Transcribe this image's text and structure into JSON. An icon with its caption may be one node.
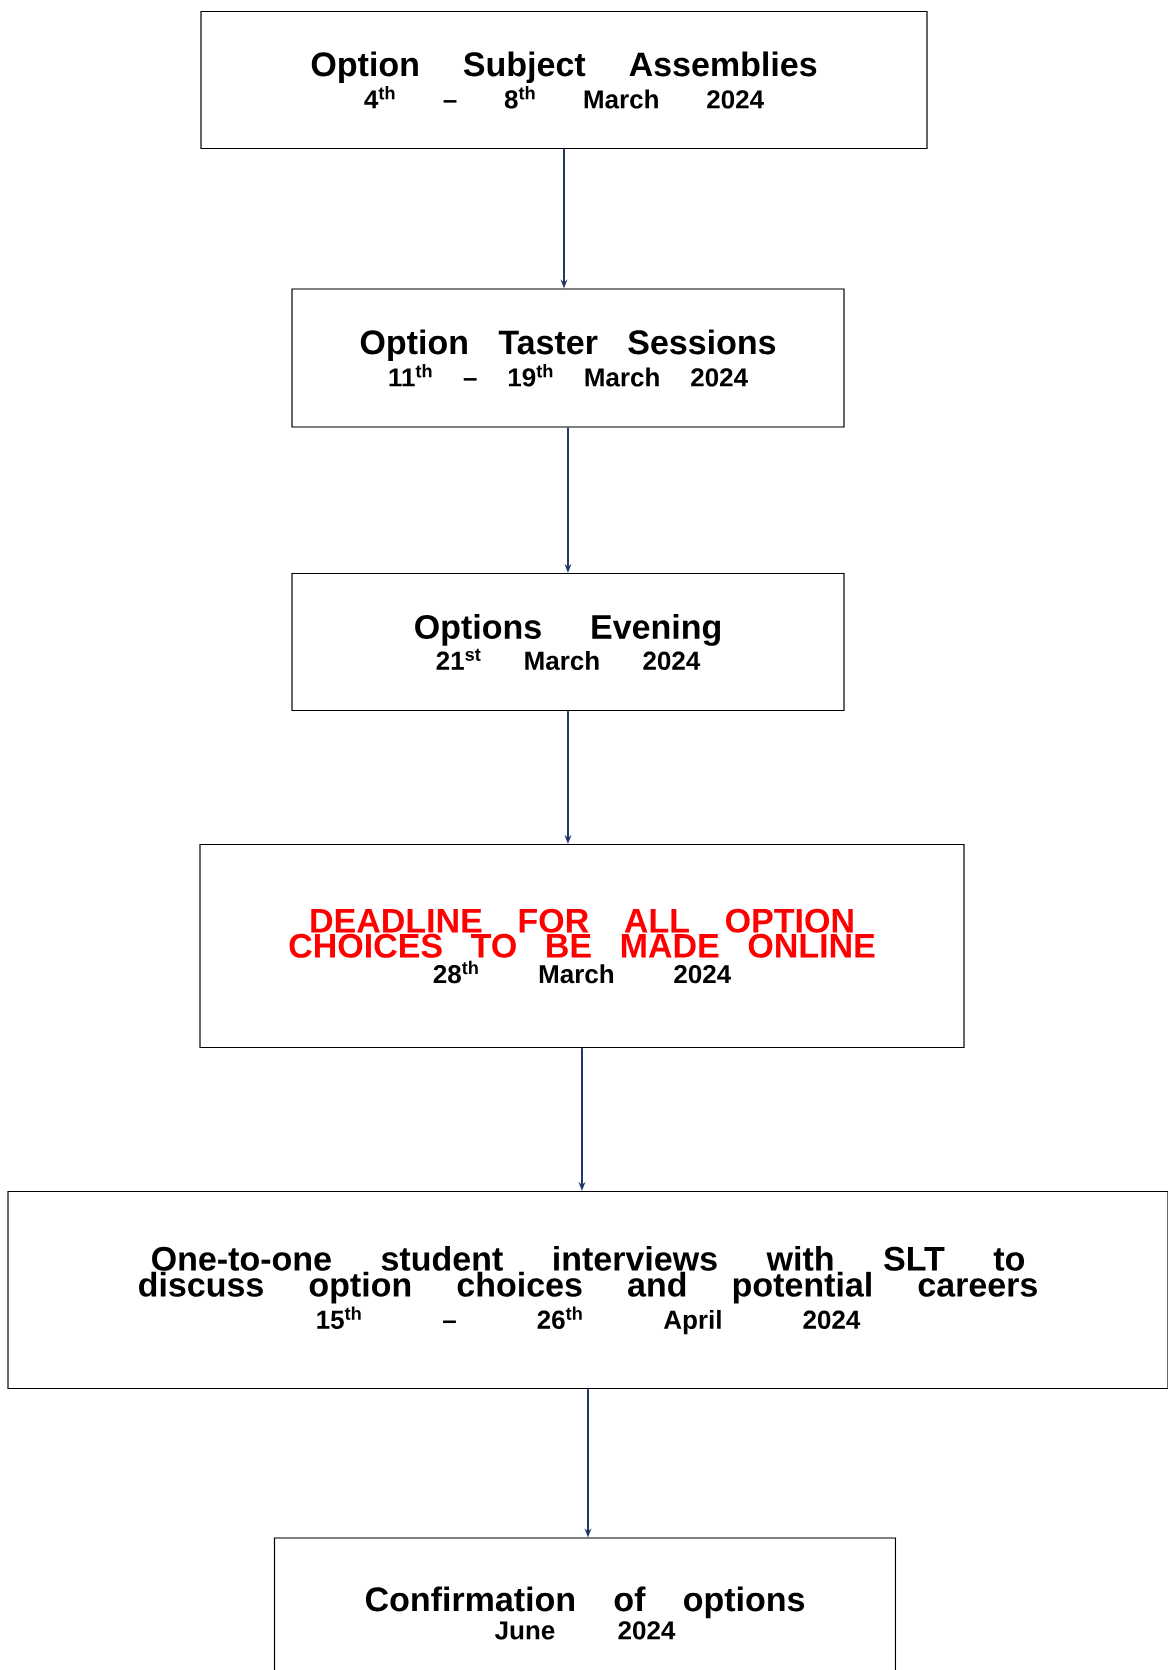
{
  "diagram": {
    "nodes": [
      {
        "text": [
          "Option Subject Assemblies",
          "4$^{th}$ – 8$^{th}$ March 2024"
        ]
      },
      {
        "text": [
          "Option Taster Sessions",
          "11$^{th}$ – 19$^{th}$ March 2024"
        ]
      },
      {
        "text": [
          "Options Evening",
          "21$^{st}$ March 2024"
        ]
      },
      {
        "text": [
          "DEADLINE FOR ALL OPTION CHOICES TO BE MADE ONLINE",
          "28$^{th}$ March 2024"
        ]
      },
      {
        "text": [
          "One-to-one student interviews with SLT to discuss option choices and potential careers",
          "15$^{th}$ – 26$^{th}$ April 2024"
        ]
      },
      {
        "text": [
          "Confirmation of options",
          "June 2024"
        ]
      }
    ],
    "edges": [
      {
        "from": 0,
        "to": 1,
        "arrow": "to"
      },
      {
        "from": 1,
        "to": 2,
        "arrow": "to"
      },
      {
        "from": 2,
        "to": 3,
        "arrow": "to"
      },
      {
        "from": 3,
        "to": 4,
        "arrow": "to"
      },
      {
        "from": 4,
        "to": 5,
        "arrow": "to"
      }
    ]
  }
}
